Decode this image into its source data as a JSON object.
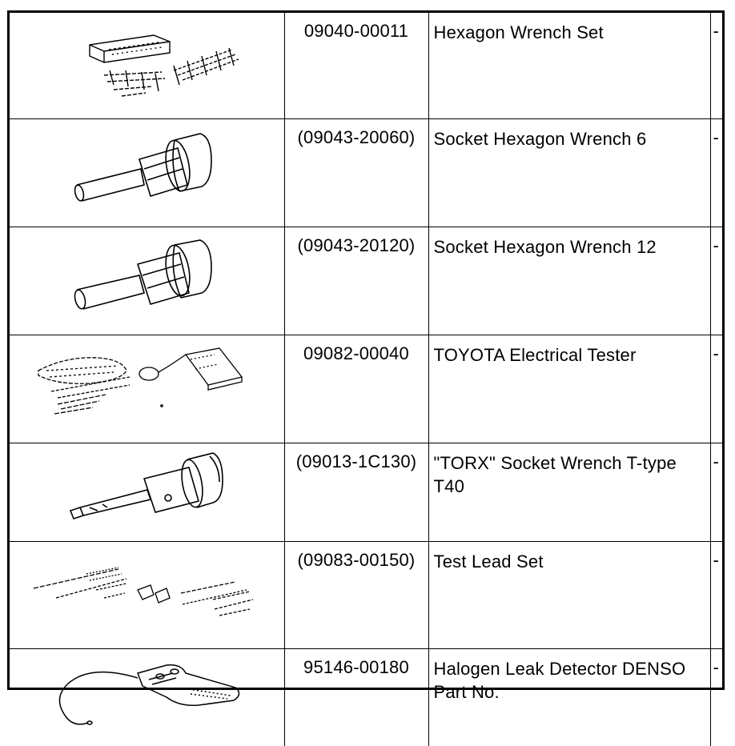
{
  "tools": [
    {
      "part_no": "09040-00011",
      "name": "Hexagon Wrench Set",
      "note": "-",
      "illustration": "hexagon-wrench-set"
    },
    {
      "part_no": "(09043-20060)",
      "name": "Socket Hexagon Wrench 6",
      "note": "-",
      "illustration": "socket-hexagon-wrench"
    },
    {
      "part_no": "(09043-20120)",
      "name": "Socket Hexagon Wrench 12",
      "note": "-",
      "illustration": "socket-hexagon-wrench"
    },
    {
      "part_no": "09082-00040",
      "name": "TOYOTA Electrical Tester",
      "note": "-",
      "illustration": "electrical-tester"
    },
    {
      "part_no": "(09013-1C130)",
      "name": "\"TORX\" Socket Wrench T-type T40",
      "note": "-",
      "illustration": "torx-socket-wrench"
    },
    {
      "part_no": "(09083-00150)",
      "name": "Test Lead Set",
      "note": "-",
      "illustration": "test-lead-set"
    },
    {
      "part_no": "95146-00180",
      "name": "Halogen Leak Detector DENSO Part No.",
      "note": "-",
      "illustration": "halogen-leak-detector"
    }
  ]
}
